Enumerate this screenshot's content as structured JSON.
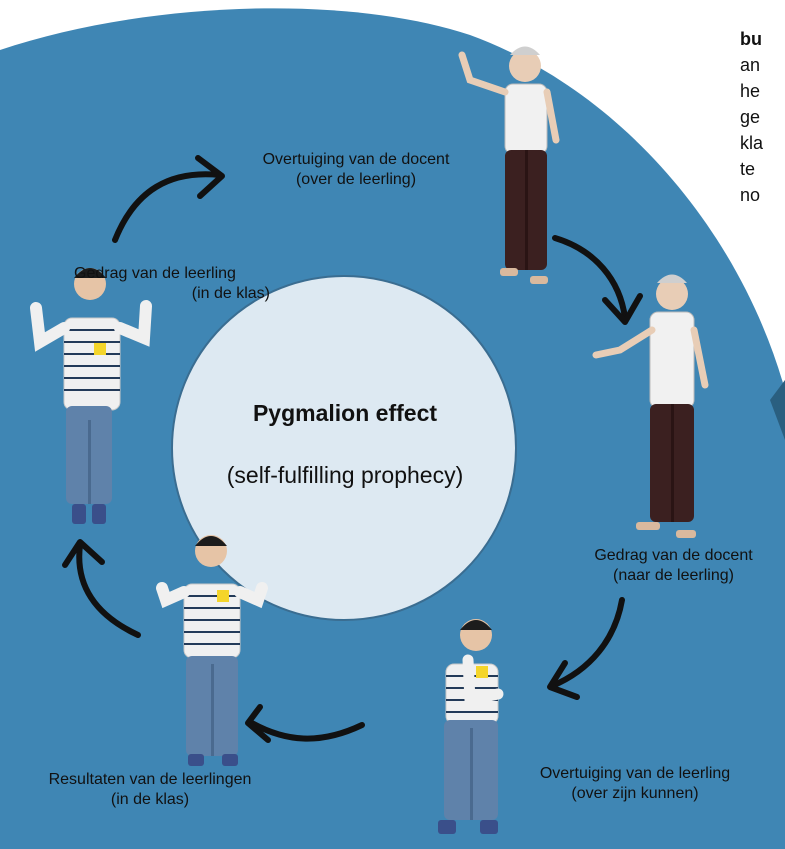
{
  "diagram": {
    "center": {
      "title": "Pygmalion effect",
      "subtitle": "(self-fulfilling prophecy)"
    },
    "stages": [
      {
        "id": "teacher-belief",
        "line1": "Overtuiging van de docent",
        "line2": "(over de leerling)"
      },
      {
        "id": "teacher-behavior",
        "line1": "Gedrag van de docent",
        "line2": "(naar de leerling)"
      },
      {
        "id": "student-belief",
        "line1": "Overtuiging van de leerling",
        "line2": "(over zijn kunnen)"
      },
      {
        "id": "student-results",
        "line1": "Resultaten van de leerlingen",
        "line2": "(in de klas)"
      },
      {
        "id": "student-behavior",
        "line1": "Gedrag van de leerling",
        "line2": "(in de klas)"
      }
    ],
    "side_text": [
      "bu",
      "an",
      "he",
      "ge",
      "kla",
      "te",
      "no"
    ],
    "colors": {
      "ring": "#3f86b4",
      "center_fill": "#dde9f2",
      "center_stroke": "#3a6d91",
      "arrow": "#111111"
    }
  }
}
